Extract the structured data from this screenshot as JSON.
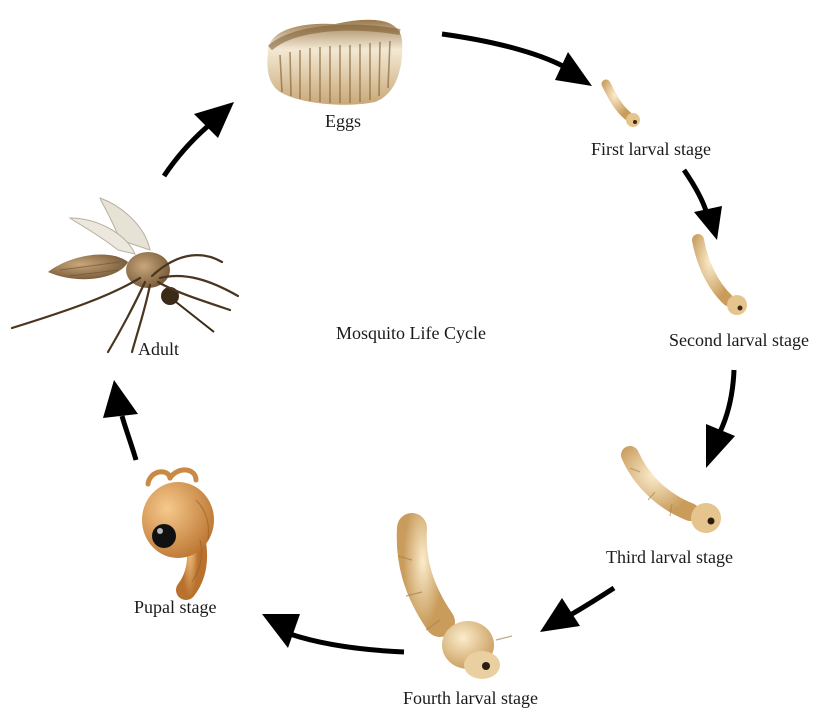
{
  "diagram": {
    "title": "Mosquito Life Cycle",
    "stages": [
      {
        "id": "eggs",
        "label": "Eggs"
      },
      {
        "id": "first-larval",
        "label": "First larval stage"
      },
      {
        "id": "second-larval",
        "label": "Second larval stage"
      },
      {
        "id": "third-larval",
        "label": "Third larval stage"
      },
      {
        "id": "fourth-larval",
        "label": "Fourth larval stage"
      },
      {
        "id": "pupal",
        "label": "Pupal stage"
      },
      {
        "id": "adult",
        "label": "Adult"
      }
    ],
    "colors": {
      "arrow": "#000000",
      "egg_light": "#f2e6cf",
      "egg_dark": "#8a6a3f",
      "larva_light": "#f0d7a8",
      "larva_dark": "#b88a4a",
      "pupa": "#d99a55",
      "mosquito_body": "#8c6a44",
      "mosquito_wing": "#e7e2d6"
    }
  }
}
